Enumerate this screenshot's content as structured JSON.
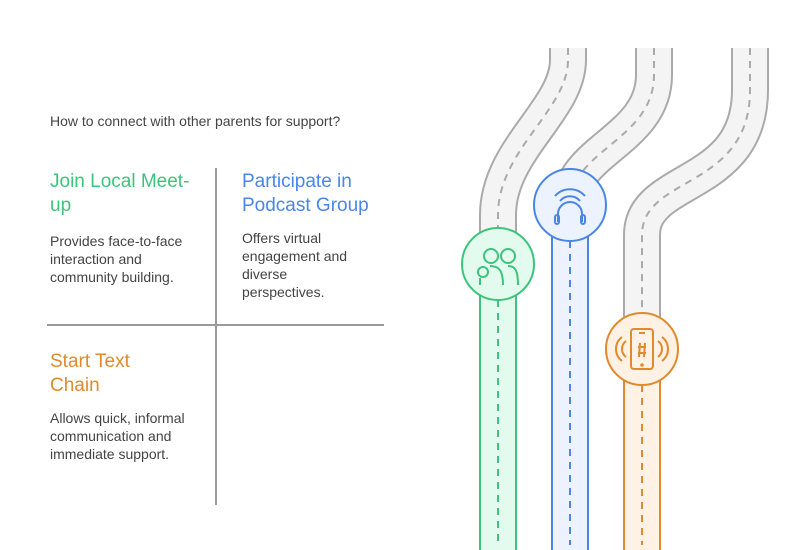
{
  "question": "How to connect with other parents for support?",
  "options": [
    {
      "title": "Join Local Meet-up",
      "desc": "Provides face-to-face interaction and community building.",
      "color": "#3cc47c",
      "icon": "people-icon"
    },
    {
      "title": "Participate in Podcast Group",
      "desc": "Offers virtual engagement and diverse perspectives.",
      "color": "#4a86e8",
      "icon": "headphones-icon"
    },
    {
      "title": "Start Text Chain",
      "desc": "Allows quick, informal communication and immediate support.",
      "color": "#e08a2c",
      "icon": "phone-hashtag-icon"
    }
  ]
}
